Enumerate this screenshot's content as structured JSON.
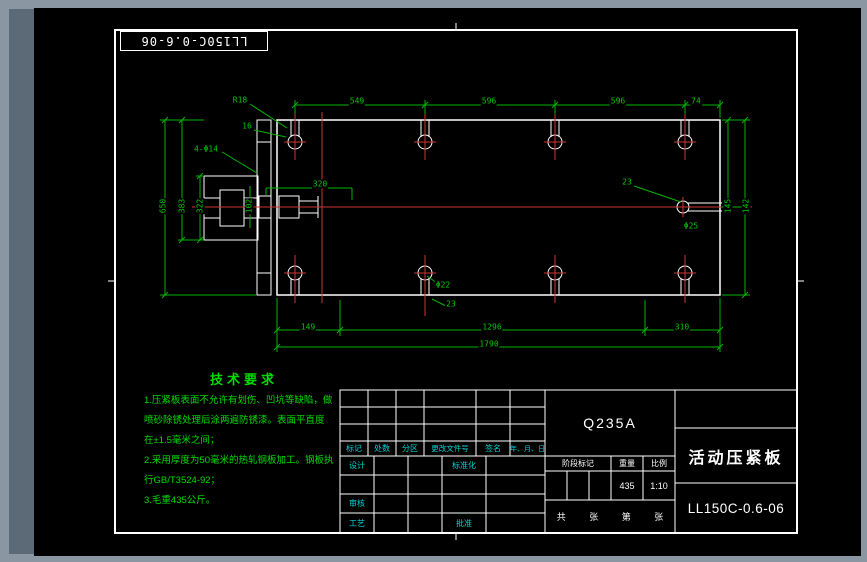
{
  "app": {
    "part_number_stamp": "LL150C-0.6-06"
  },
  "colors": {
    "dim_green": "#00c800",
    "centerline_red": "#cc3333",
    "sheet_white": "#ffffff",
    "label_cyan": "#00d2d2",
    "canvas_black": "#000000"
  },
  "dimensions": {
    "top_549": "549",
    "top_596a": "596",
    "top_596b": "596",
    "top_74": "74",
    "r18": "R18",
    "slot_16": "16",
    "holes": "4-Φ14",
    "left_650": "650",
    "left_383": "383",
    "left_322": "322",
    "sec_320": "320",
    "sec_102": "102",
    "right_23": "23",
    "right_tab": "Φ25",
    "right_145": "145",
    "right_142": "142",
    "bottom_23": "23",
    "bottom_hole": "Φ22",
    "bottom_149": "149",
    "bottom_1296": "1296",
    "bottom_310": "310",
    "bottom_total": "1790"
  },
  "tech": {
    "title": "技术要求",
    "lines": [
      "1.压紧板表面不允许有划伤、凹坑等缺陷，做",
      "喷砂除锈处理后涂两遍防锈漆。表面平直度",
      "在±1.5毫米之间；",
      "2.采用厚度为50毫米的热轧钢板加工。钢板执",
      "行GB/T3524-92；",
      "3.毛重435公斤。"
    ]
  },
  "title_block": {
    "material": "Q235A",
    "part_name": "活动压紧板",
    "drawing_number": "LL150C-0.6-06",
    "col_mark": "标记",
    "col_count": "处数",
    "col_zone": "分区",
    "col_change": "更改文件号",
    "col_sign": "签名",
    "col_date": "年、月、日",
    "role_design": "设计",
    "role_standard": "标准化",
    "role_check": "审核",
    "role_process": "工艺",
    "role_approve": "批准",
    "stage_mark": "阶段标记",
    "weight_label": "重量",
    "scale_label": "比例",
    "weight_value": "435",
    "scale_value": "1:10",
    "sheet_total_label": "共",
    "sheet_unit1": "张",
    "sheet_index_label": "第",
    "sheet_unit2": "张"
  }
}
